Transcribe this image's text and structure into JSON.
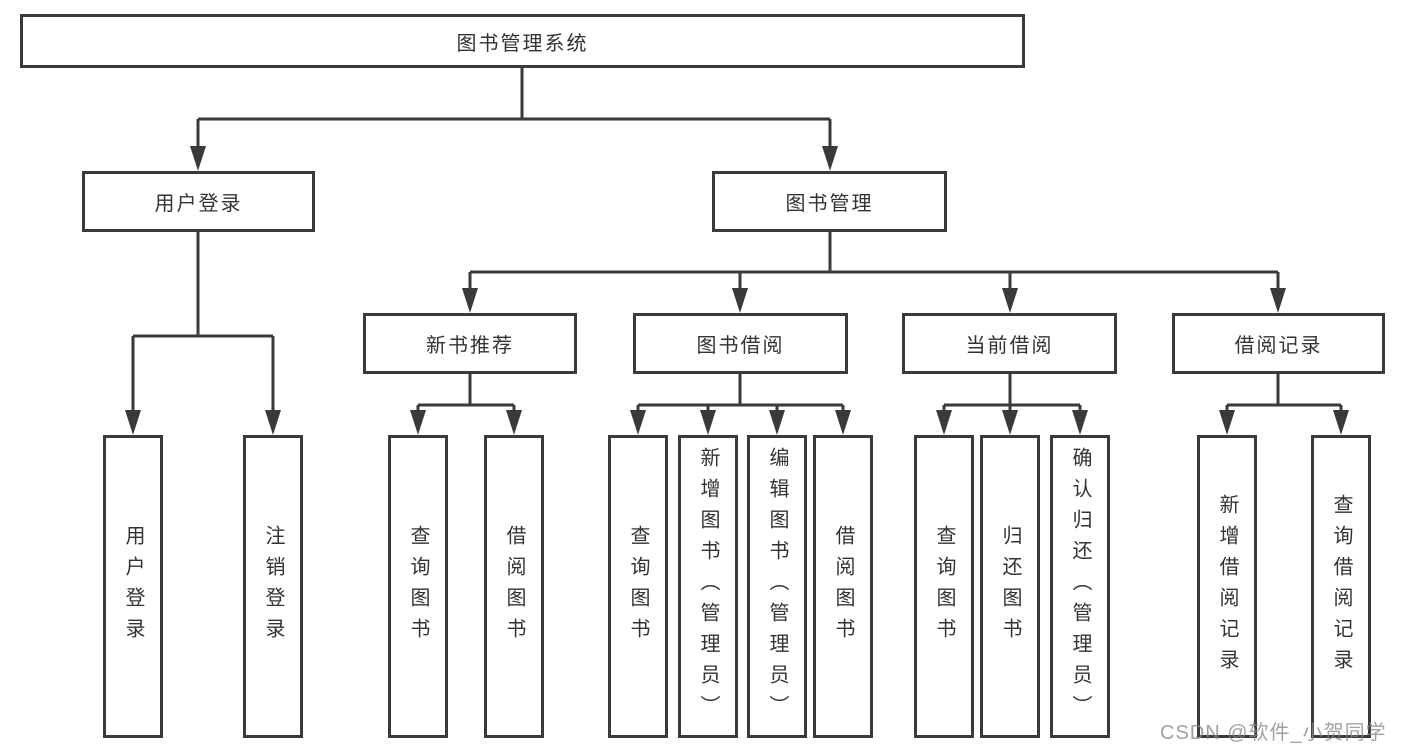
{
  "tree": {
    "root": "图书管理系统",
    "branches": [
      {
        "label": "用户登录",
        "leaves": [
          "用户登录",
          "注销登录"
        ]
      },
      {
        "label": "图书管理",
        "groups": [
          {
            "label": "新书推荐",
            "leaves": [
              "查询图书",
              "借阅图书"
            ]
          },
          {
            "label": "图书借阅",
            "leaves": [
              "查询图书",
              "新增图书（管理员）",
              "编辑图书（管理员）",
              "借阅图书"
            ]
          },
          {
            "label": "当前借阅",
            "leaves": [
              "查询图书",
              "归还图书",
              "确认归还（管理员）"
            ]
          },
          {
            "label": "借阅记录",
            "leaves": [
              "新增借阅记录",
              "查询借阅记录"
            ]
          }
        ]
      }
    ]
  },
  "watermark": "CSDN @软件_小贺同学",
  "colors": {
    "line": "#3a3a3a",
    "text": "#333333",
    "watermark": "#878787"
  }
}
